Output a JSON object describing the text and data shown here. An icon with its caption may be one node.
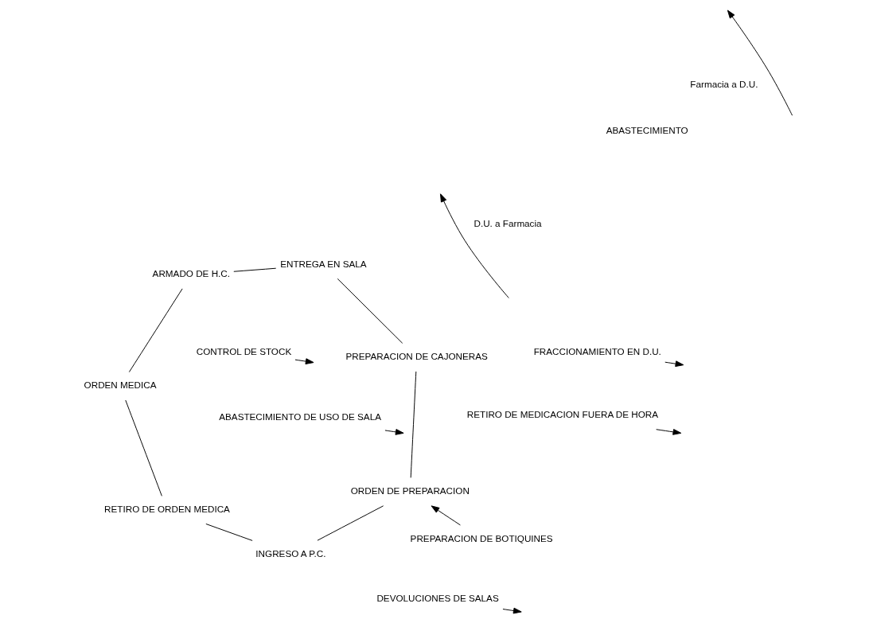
{
  "diagram": {
    "nodes": [
      {
        "text": [
          "ORDEN MEDICA"
        ]
      },
      {
        "text": [
          "DEVOLUCIONES DE SALAS"
        ]
      },
      {
        "text": [
          "ARMADO DE H.C."
        ]
      },
      {
        "text": [
          "RETIRO DE ORDEN MEDICA"
        ]
      },
      {
        "text": [
          "ENTREGA EN SALA"
        ]
      },
      {
        "text": [
          "INGRESO A P.C."
        ]
      },
      {
        "text": [
          "PREPARACION DE CAJONERAS"
        ]
      },
      {
        "text": [
          "ORDEN DE PREPARACION"
        ]
      },
      {
        "text": [
          "RETIRO DE MEDICACION FUERA DE HORA"
        ]
      },
      {
        "text": [
          "ABASTECIMIENTO DE USO DE SALA"
        ]
      },
      {
        "text": [
          "PREPARACION DE BOTIQUINES"
        ]
      },
      {
        "text": [
          "FRACCIONAMIENTO EN D.U."
        ]
      },
      {
        "text": [
          "CONTROL DE STOCK"
        ]
      }
    ],
    "edges": [
      {
        "from": 0,
        "to": 2,
        "arrow": "none"
      },
      {
        "from": 2,
        "to": 4,
        "arrow": "none"
      },
      {
        "from": 4,
        "to": 6,
        "arrow": "none"
      },
      {
        "from": 6,
        "to": 7,
        "arrow": "none"
      },
      {
        "from": 7,
        "to": 5,
        "arrow": "none"
      },
      {
        "from": 5,
        "to": 3,
        "arrow": "none"
      },
      {
        "from": 3,
        "to": 0,
        "arrow": "none"
      },
      {
        "from": 1,
        "to": null,
        "arrow": "to"
      },
      {
        "from": 8,
        "to": null,
        "arrow": "to"
      },
      {
        "from": 9,
        "to": null,
        "arrow": "to"
      },
      {
        "from": 10,
        "to": 7,
        "arrow": "to"
      },
      {
        "from": 11,
        "to": null,
        "arrow": "to"
      },
      {
        "from": 12,
        "to": null,
        "arrow": "to"
      }
    ],
    "labels": [
      "ABASTECIMIENTO"
    ],
    "legend": [
      {
        "text": "Farmacia a D.U."
      },
      {
        "text": "D.U. a Farmacia"
      }
    ]
  }
}
